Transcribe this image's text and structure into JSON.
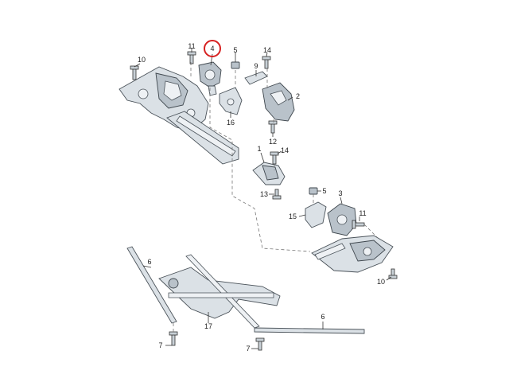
{
  "diagram": {
    "highlight_color": "#d62020",
    "callouts": [
      {
        "id": "c-4-hl",
        "label": "4"
      },
      {
        "id": "c-11-top",
        "label": "11"
      },
      {
        "id": "c-10-top",
        "label": "10"
      },
      {
        "id": "c-5-top",
        "label": "5"
      },
      {
        "id": "c-14-top",
        "label": "14"
      },
      {
        "id": "c-9",
        "label": "9"
      },
      {
        "id": "c-2",
        "label": "2"
      },
      {
        "id": "c-16",
        "label": "16"
      },
      {
        "id": "c-12",
        "label": "12"
      },
      {
        "id": "c-1",
        "label": "1"
      },
      {
        "id": "c-14-mid",
        "label": "14"
      },
      {
        "id": "c-13",
        "label": "13"
      },
      {
        "id": "c-5-mid",
        "label": "5"
      },
      {
        "id": "c-3",
        "label": "3"
      },
      {
        "id": "c-15",
        "label": "15"
      },
      {
        "id": "c-11-mid",
        "label": "11"
      },
      {
        "id": "c-10-low",
        "label": "10"
      },
      {
        "id": "c-6-left",
        "label": "6"
      },
      {
        "id": "c-17",
        "label": "17"
      },
      {
        "id": "c-7-left",
        "label": "7"
      },
      {
        "id": "c-6-bottom",
        "label": "6"
      },
      {
        "id": "c-7-bottom",
        "label": "7"
      }
    ]
  }
}
